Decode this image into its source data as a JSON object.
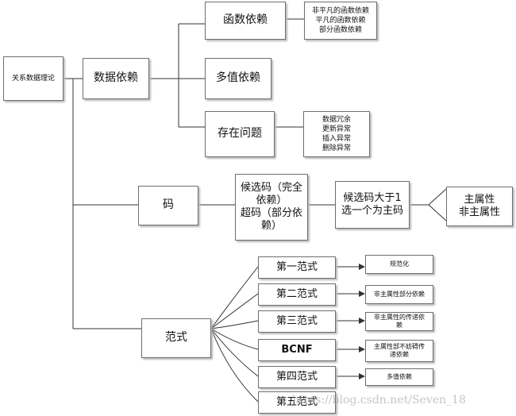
{
  "nodes": {
    "root": "关系数据理论",
    "dependency": "数据依赖",
    "functional": "函数依赖",
    "functional_detail": "非平凡的函数依赖\n平凡的函数依赖\n部分函数依赖",
    "multivalued": "多值依赖",
    "problems": "存在问题",
    "problems_detail": "数据冗余\n更新异常\n插入异常\n删除异常",
    "key": "码",
    "key_candidate": "候选码（完全依赖）\n超码（部分依赖）",
    "key_primary": "候选码大于1\n选一个为主码",
    "key_attr": "主属性\n非主属性",
    "normal_form": "范式",
    "nf1": "第一范式",
    "nf1_note": "规范化",
    "nf2": "第二范式",
    "nf2_note": "非主属性部分依赖",
    "nf3": "第三范式",
    "nf3_note": "非主属性的传递依\n赖",
    "bcnf": "BCNF",
    "bcnf_note": "主属性部不妨碍传\n递依赖",
    "nf4": "第四范式",
    "nf4_note": "多值依赖",
    "nf5": "第五范式"
  },
  "watermark": "https://blog.csdn.net/Seven_18",
  "colors": {
    "line": "#333333",
    "border": "#6f6f6f",
    "shadow": "#b9b9b9"
  }
}
